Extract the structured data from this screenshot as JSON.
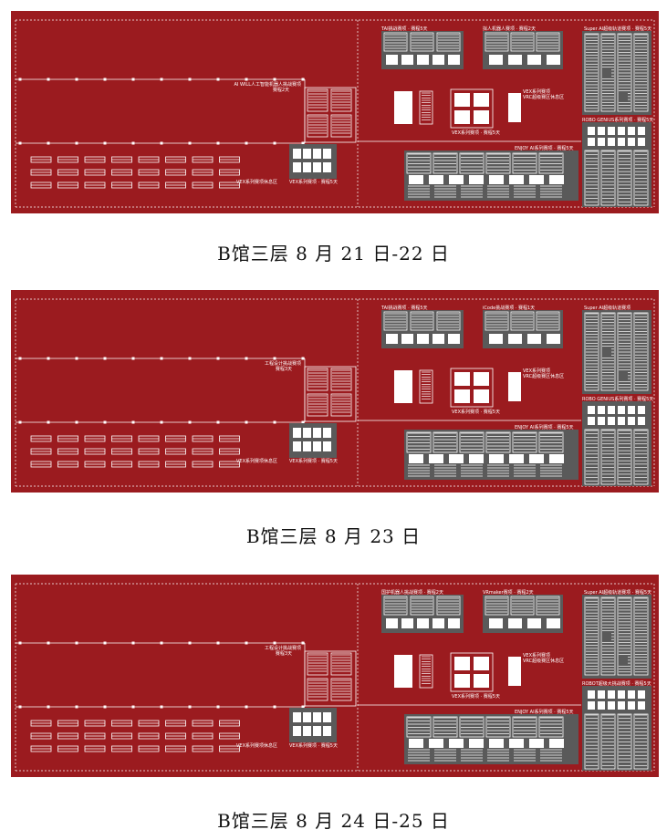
{
  "floors": [
    {
      "caption": "B馆三层  8 月 21 日-22 日",
      "labels": {
        "hall_left": "AI WILL人工智能机器人挑战赛项",
        "hall_left_days": "赛程2天",
        "vex_area": "VEX系列赛项休息区",
        "vex_small": "VEX系列赛项 · 赛程5天",
        "tai": "TAI挑战赛项 · 赛程5天",
        "top_mid": "拟人机器人赛项 · 赛程2天",
        "super_ai": "Super AI超级轨道赛项 · 赛程5天",
        "robo": "ROBO GENIUS系列赛项 · 赛程5天",
        "vex_series": "VEX系列赛项",
        "vrc": "VRC超级赛区休息区",
        "vex_mid": "VEX系列赛项 · 赛程5天",
        "enjoy": "ENJOY AI系列赛项 · 赛程5天"
      }
    },
    {
      "caption": "B馆三层  8 月 23 日",
      "labels": {
        "hall_left": "工程设计挑战赛项",
        "hall_left_days": "赛程3天",
        "vex_area": "VEX系列赛项休息区",
        "vex_small": "VEX系列赛项 · 赛程5天",
        "tai": "TAI挑战赛项 · 赛程5天",
        "top_mid": "iCode挑战赛项 · 赛程1天",
        "super_ai": "Super AI超级轨道赛项",
        "robo": "ROBO GENIUS系列赛项 · 赛程5天",
        "vex_series": "VEX系列赛项",
        "vrc": "VRC超级赛区休息区",
        "vex_mid": "VEX系列赛项 · 赛程5天",
        "enjoy": "ENJOY AI系列赛项 · 赛程5天"
      }
    },
    {
      "caption": "B馆三层  8 月 24 日-25 日",
      "labels": {
        "hall_left": "工程设计挑战赛项",
        "hall_left_days": "赛程3天",
        "vex_area": "VEX系列赛项休息区",
        "vex_small": "VEX系列赛项 · 赛程5天",
        "tai": "国护机器人挑战赛项 · 赛程2天",
        "top_mid": "VRmaker赛项 · 赛程2天",
        "super_ai": "Super AI超级轨道赛项 · 赛程5天",
        "robo": "ROBOT超级大挑战赛项 · 赛程5天",
        "vex_series": "VEX系列赛项",
        "vrc": "VRC超级赛区休息区",
        "vex_mid": "VEX系列赛项 · 赛程5天",
        "enjoy": "ENJOY AI系列赛项 · 赛程5天"
      }
    }
  ],
  "colors": {
    "floor": "#9b1b1f",
    "zone": "#5a5a5a",
    "table": "#ffffff",
    "line": "#ffffff",
    "caption": "#111111"
  }
}
